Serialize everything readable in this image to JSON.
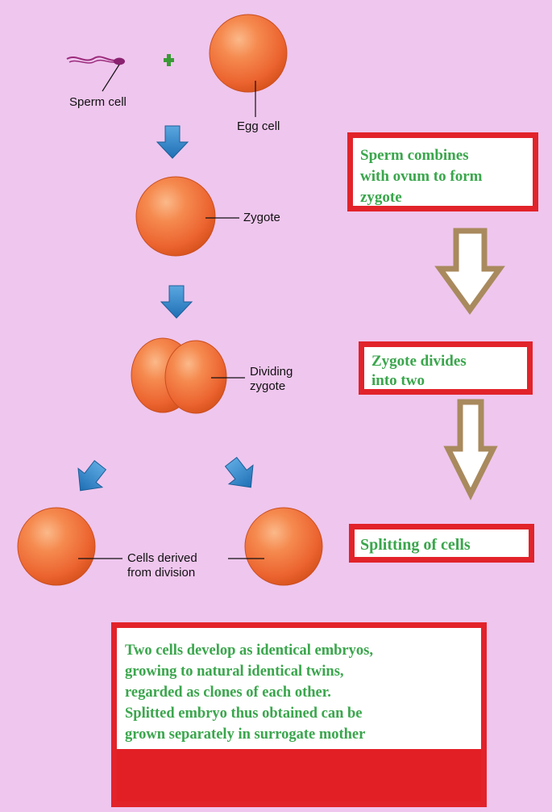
{
  "labels": {
    "sperm_cell": "Sperm cell",
    "egg_cell": "Egg cell",
    "zygote": "Zygote",
    "dividing_zygote": "Dividing\nzygote",
    "cells_derived": "Cells derived\nfrom division"
  },
  "notes": {
    "combine": "Sperm combines\nwith ovum to form\nzygote",
    "divide": "Zygote divides\ninto two",
    "split": "Splitting of cells",
    "conclusion": "Two cells develop as identical embryos,\ngrowing to natural identical twins,\nregarded as clones of each other.\nSplitted embryo thus obtained can be\ngrown separately in surrogate mother"
  },
  "colors": {
    "background": "#efc6ee",
    "cell_orange": "#f0713a",
    "blue_arrow": "#2f86c8",
    "brown_arrow": "#a98a5e",
    "box_border": "#e2232a",
    "note_text": "#3aa64c",
    "plus_green": "#3a9a36"
  },
  "icons": {
    "sperm": "sperm-cell-icon",
    "plus": "plus-icon",
    "blue_arrow": "arrow-down-icon",
    "hollow_arrow": "hollow-arrow-down-icon"
  }
}
